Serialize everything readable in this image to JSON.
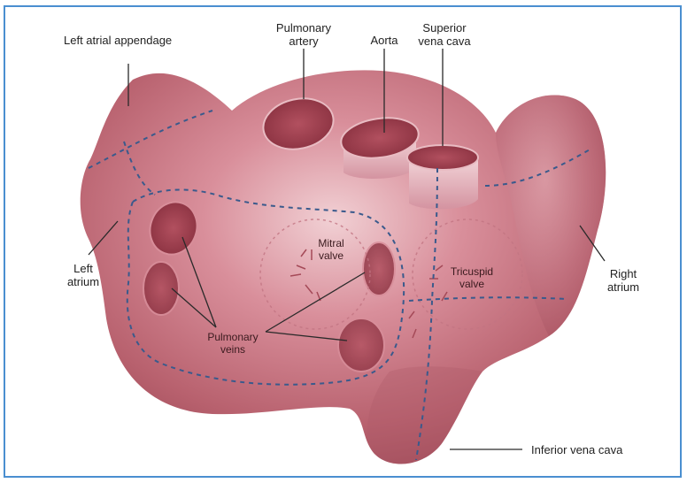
{
  "labels": {
    "left_atrial_appendage": "Left atrial appendage",
    "pulmonary_artery_1": "Pulmonary",
    "pulmonary_artery_2": "artery",
    "aorta": "Aorta",
    "superior_vena_cava_1": "Superior",
    "superior_vena_cava_2": "vena cava",
    "left_atrium_1": "Left",
    "left_atrium_2": "atrium",
    "mitral_valve_1": "Mitral",
    "mitral_valve_2": "valve",
    "tricuspid_valve_1": "Tricuspid",
    "tricuspid_valve_2": "valve",
    "right_atrium_1": "Right",
    "right_atrium_2": "atrium",
    "pulmonary_veins_1": "Pulmonary",
    "pulmonary_veins_2": "veins",
    "inferior_vena_cava": "Inferior vena cava"
  },
  "colors": {
    "heart": "#b8616e",
    "heart_light": "#e2a7b0",
    "heart_dark": "#8f3c4a",
    "outline_dashes": "#3a5a8c",
    "frame": "#4a8fd0"
  }
}
